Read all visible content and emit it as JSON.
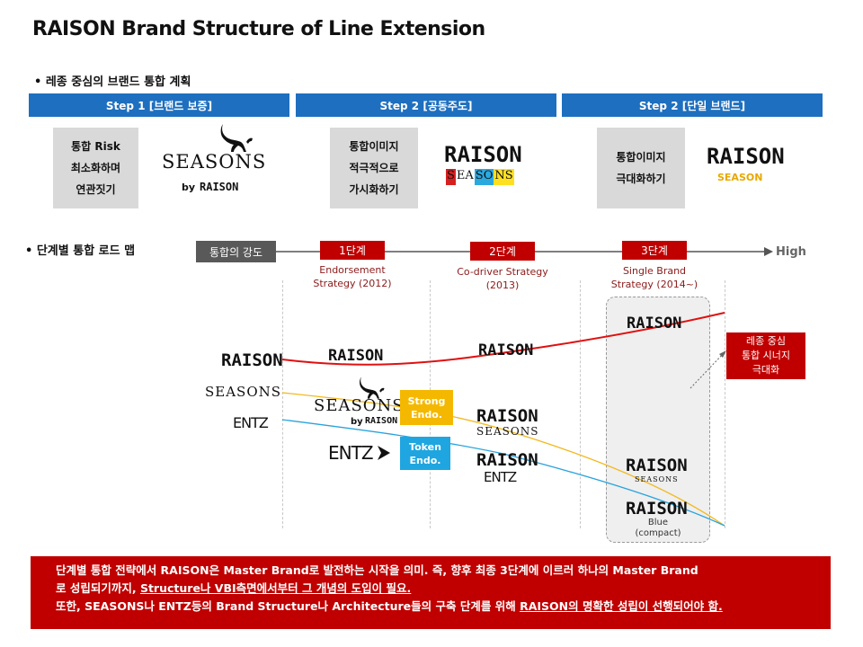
{
  "title": "RAISON Brand Structure of Line Extension",
  "section1": {
    "label": "• 레종 중심의 브랜드 통합 계획"
  },
  "steps": [
    {
      "label": "Step 1 [브랜드 보증]",
      "desc": [
        "통합 Risk",
        "최소화하며",
        "연관짓기"
      ]
    },
    {
      "label": "Step 2 [공동주도]",
      "desc": [
        "통합이미지",
        "적극적으로",
        "가시화하기"
      ]
    },
    {
      "label": "Step 2 [단일 브랜드]",
      "desc": [
        "통합이미지",
        "극대화하기"
      ]
    }
  ],
  "logos": {
    "raison": "RAISON",
    "seasons": "SEASONS",
    "seasons_small": "SEASON",
    "entz": "ENTZ",
    "by": "by",
    "seasons_split": [
      "S",
      "EA",
      "SO",
      "NS"
    ]
  },
  "section2": {
    "label": "• 단계별 통합 로드 맵"
  },
  "roadmap": {
    "axis_label": "통합의 강도",
    "high": "High",
    "stages": [
      {
        "label": "1단계",
        "caption": [
          "Endorsement",
          "Strategy (2012)"
        ]
      },
      {
        "label": "2단계",
        "caption": [
          "Co-driver Strategy",
          "(2013)"
        ]
      },
      {
        "label": "3단계",
        "caption": [
          "Single Brand",
          "Strategy (2014~)"
        ]
      }
    ],
    "tags": {
      "strong": [
        "Strong",
        "Endo."
      ],
      "token": [
        "Token",
        "Endo."
      ]
    },
    "blue_label": [
      "Blue",
      "(compact)"
    ],
    "synergy": [
      "레종 중심",
      "통합 시너지",
      "극대화"
    ],
    "colors": {
      "raison_line": "#e01010",
      "seasons_line": "#f2b81e",
      "entz_line": "#29a3dc"
    }
  },
  "bottom": {
    "line1": "단계별 통합 전략에서 RAISON은 Master Brand로 발전하는 시작을 의미. 즉, 향후 최종 3단계에 이르러 하나의 Master Brand",
    "line2a": "로 성립되기까지, ",
    "line2b": "Structure나 VBI측면에서부터 그 개념의 도입이 필요.",
    "line3a": "또한, SEASONS나 ENTZ등의 Brand Structure나 Architecture들의 구축 단계를 위해 ",
    "line3b": "RAISON의 명확한 성립이 선행되어야 함."
  }
}
